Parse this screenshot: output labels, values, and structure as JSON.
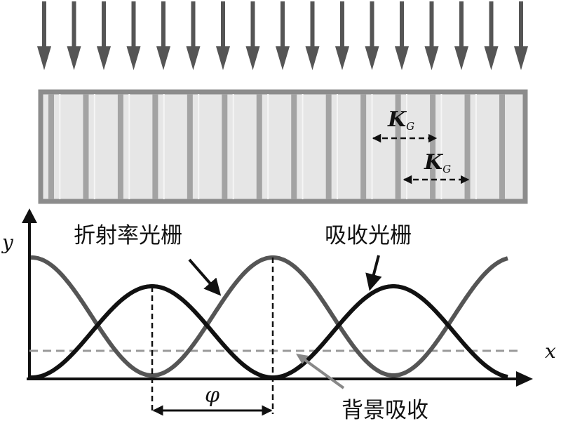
{
  "labels": {
    "refractive_grating": "折射率光栅",
    "absorption_grating": "吸收光栅",
    "background_absorption": "背景吸收",
    "y_axis": "y",
    "x_axis": "x",
    "phi": "φ",
    "kg_main": "K",
    "kg_sub": "G"
  },
  "arrows": {
    "count": 17,
    "color": "#555555"
  },
  "grating": {
    "dark_stripes": 14
  },
  "colors": {
    "refractive_curve": "#555555",
    "absorption_curve": "#111111",
    "background_line": "#9a9a9a",
    "frame": "#8c8c8c",
    "fill": "#e6e6e6",
    "stripe": "#a3a3a3"
  }
}
